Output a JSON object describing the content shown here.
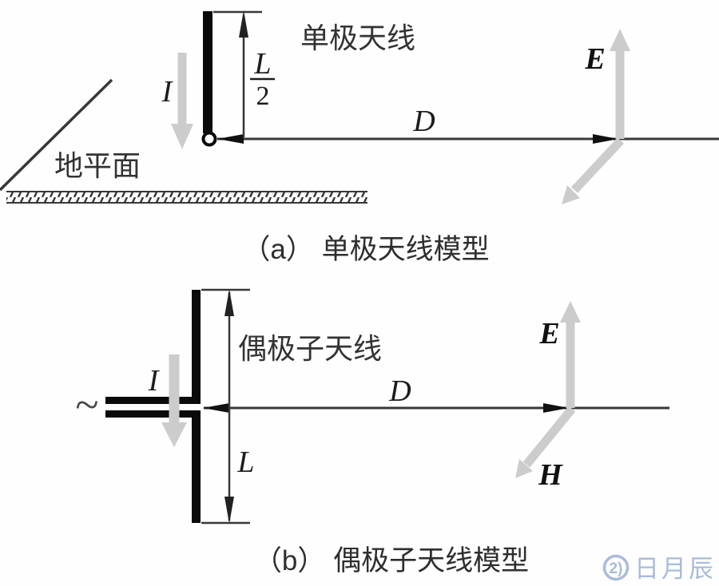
{
  "figure": {
    "panel_a": {
      "antenna_label": "单极天线",
      "ground_label": "地平面",
      "current_label": "I",
      "height_fraction": {
        "numerator": "L",
        "denominator": "2"
      },
      "distance_label": "D",
      "e_field_label": "E",
      "caption": "（a） 单极天线模型"
    },
    "panel_b": {
      "antenna_label": "偶极子天线",
      "source_symbol": "~",
      "current_label": "I",
      "length_label": "L",
      "distance_label": "D",
      "e_field_label": "E",
      "h_field_label": "H",
      "caption": "（b） 偶极子天线模型"
    },
    "watermark": {
      "logo_glyph": "2)",
      "text": "日月辰"
    },
    "colors": {
      "line": "#383838",
      "antenna": "#0a0a0a",
      "field_arrow": "#cccccc",
      "watermark": "#a8bcd9"
    }
  }
}
